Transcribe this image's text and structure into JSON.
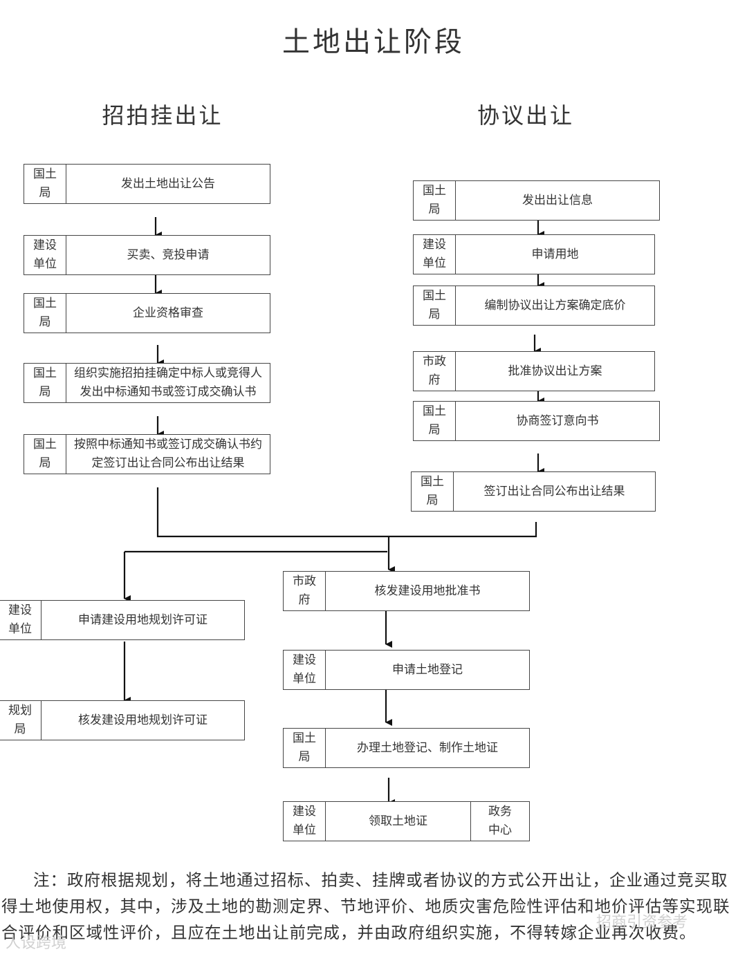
{
  "title": "土地出让阶段",
  "left_title": "招拍挂出让",
  "right_title": "协议出让",
  "left_steps": [
    {
      "actor": "国土\n局",
      "text": "发出土地出让公告"
    },
    {
      "actor": "建设\n单位",
      "text": "买卖、竞投申请"
    },
    {
      "actor": "国土\n局",
      "text": "企业资格审查"
    },
    {
      "actor": "国土\n局",
      "text": "组织实施招拍挂确定中标人或竞得人\n发出中标通知书或签订成交确认书"
    },
    {
      "actor": "国土\n局",
      "text": "按照中标通知书或签订成交确认书约\n定签订出让合同公布出让结果"
    }
  ],
  "right_steps": [
    {
      "actor": "国土\n局",
      "text": "发出出让信息"
    },
    {
      "actor": "建设\n单位",
      "text": "申请用地"
    },
    {
      "actor": "国土\n局",
      "text": "编制协议出让方案确定底价"
    },
    {
      "actor": "市政\n府",
      "text": "批准协议出让方案"
    },
    {
      "actor": "国土\n局",
      "text": "协商签订意向书"
    },
    {
      "actor": "国土\n局",
      "text": "签订出让合同公布出让结果"
    }
  ],
  "lower_left_steps": [
    {
      "actor": "建设\n单位",
      "text": "申请建设用地规划许可证"
    },
    {
      "actor": "规划\n局",
      "text": "核发建设用地规划许可证"
    }
  ],
  "lower_right_steps": [
    {
      "actor": "市政\n府",
      "text": "核发建设用地批准书"
    },
    {
      "actor": "建设\n单位",
      "text": "申请土地登记"
    },
    {
      "actor": "国土\n局",
      "text": "办理土地登记、制作土地证"
    },
    {
      "actor": "建设\n单位",
      "text": "领取土地证",
      "side": "政务\n中心"
    }
  ],
  "note": "注：政府根据规划，将土地通过招标、拍卖、挂牌或者协议的方式公开出让，企业通过竞买取得土地使用权，其中，涉及土地的勘测定界、节地评价、地质灾害危险性评估和地价评估等实现联合评价和区域性评价，且应在土地出让前完成，并由政府组织实施，不得转嫁企业再次收费。",
  "watermarks": {
    "left": "人设跨境",
    "right": "招商引资参考"
  }
}
